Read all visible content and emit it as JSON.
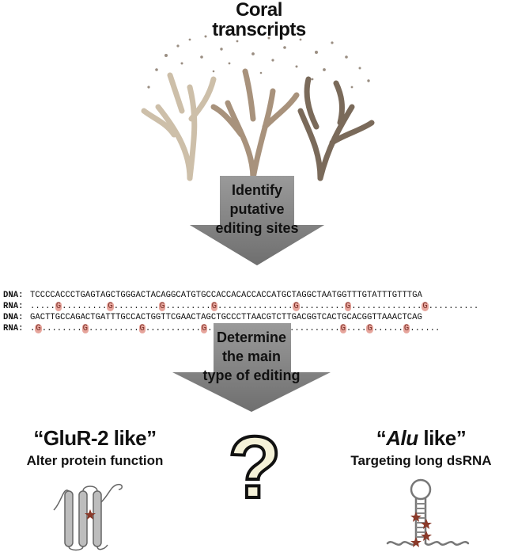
{
  "title": {
    "line1": "Coral",
    "line2": "transcripts"
  },
  "arrow1": {
    "line1": "Identify",
    "line2": "putative",
    "line3": "editing sites"
  },
  "arrow2": {
    "line1": "Determine",
    "line2": "the main",
    "line3": "type of editing"
  },
  "sequences": [
    {
      "label": "DNA:",
      "text": "TCCCCACCCTGAGTAGCTGGGACTACAGGCATGTGCCACCACACCACCATGCTAGGCTAATGGTTTGTATTTGTTTGA"
    },
    {
      "label": "RNA:",
      "text": ".....G.........G.........G.........G...............G.........G..............G.........."
    },
    {
      "label": "DNA:",
      "text": "GACTTGCCAGACTGATTTGCCACTGGTTCGAACTAGCTGCCCTTAACGTCTTGACGGTCACTGCACGGTTAAACTCAG"
    },
    {
      "label": "RNA:",
      "text": ".G........G..........G...........G..............G...........G....G......G......"
    }
  ],
  "left": {
    "heading": "“GluR-2 like”",
    "sub": "Alter protein function"
  },
  "question": "?",
  "right": {
    "heading_pre": "“",
    "heading_italic": "Alu",
    "heading_post": " like”",
    "sub": "Targeting long dsRNA"
  }
}
